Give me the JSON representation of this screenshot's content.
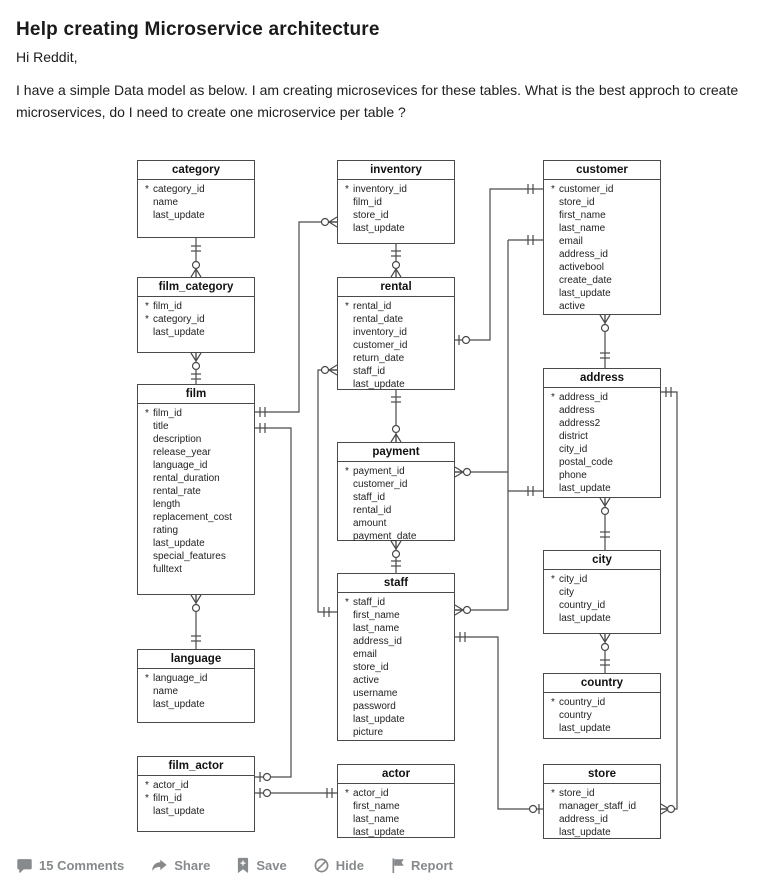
{
  "post": {
    "title": "Help creating Microservice architecture",
    "greeting": "Hi Reddit,",
    "body": "I have a simple Data model as below. I am creating microsevices for these tables. What is the best approch to create microservices, do I need to create one microservice per table ?"
  },
  "diagram": {
    "description": "Entity-relationship diagram of a DVD rental data model",
    "tables": [
      {
        "id": "category",
        "title": "category",
        "columns": [
          "* category_id",
          "name",
          "last_update"
        ]
      },
      {
        "id": "film_category",
        "title": "film_category",
        "columns": [
          "* film_id",
          "* category_id",
          "last_update"
        ]
      },
      {
        "id": "film",
        "title": "film",
        "columns": [
          "* film_id",
          "title",
          "description",
          "release_year",
          "language_id",
          "rental_duration",
          "rental_rate",
          "length",
          "replacement_cost",
          "rating",
          "last_update",
          "special_features",
          "fulltext"
        ]
      },
      {
        "id": "language",
        "title": "language",
        "columns": [
          "* language_id",
          "name",
          "last_update"
        ]
      },
      {
        "id": "film_actor",
        "title": "film_actor",
        "columns": [
          "* actor_id",
          "* film_id",
          "last_update"
        ]
      },
      {
        "id": "inventory",
        "title": "inventory",
        "columns": [
          "* inventory_id",
          "film_id",
          "store_id",
          "last_update"
        ]
      },
      {
        "id": "rental",
        "title": "rental",
        "columns": [
          "* rental_id",
          "rental_date",
          "inventory_id",
          "customer_id",
          "return_date",
          "staff_id",
          "last_update"
        ]
      },
      {
        "id": "payment",
        "title": "payment",
        "columns": [
          "* payment_id",
          "customer_id",
          "staff_id",
          "rental_id",
          "amount",
          "payment_date"
        ]
      },
      {
        "id": "staff",
        "title": "staff",
        "columns": [
          "* staff_id",
          "first_name",
          "last_name",
          "address_id",
          "email",
          "store_id",
          "active",
          "username",
          "password",
          "last_update",
          "picture"
        ]
      },
      {
        "id": "actor",
        "title": "actor",
        "columns": [
          "* actor_id",
          "first_name",
          "last_name",
          "last_update"
        ]
      },
      {
        "id": "customer",
        "title": "customer",
        "columns": [
          "* customer_id",
          "store_id",
          "first_name",
          "last_name",
          "email",
          "address_id",
          "activebool",
          "create_date",
          "last_update",
          "active"
        ]
      },
      {
        "id": "address",
        "title": "address",
        "columns": [
          "* address_id",
          "address",
          "address2",
          "district",
          "city_id",
          "postal_code",
          "phone",
          "last_update"
        ]
      },
      {
        "id": "city",
        "title": "city",
        "columns": [
          "* city_id",
          "city",
          "country_id",
          "last_update"
        ]
      },
      {
        "id": "country",
        "title": "country",
        "columns": [
          "* country_id",
          "country",
          "last_update"
        ]
      },
      {
        "id": "store",
        "title": "store",
        "columns": [
          "* store_id",
          "manager_staff_id",
          "address_id",
          "last_update"
        ]
      }
    ]
  },
  "footer": {
    "actions": [
      {
        "id": "comments",
        "label": "15 Comments",
        "icon": "comment-icon"
      },
      {
        "id": "share",
        "label": "Share",
        "icon": "share-icon"
      },
      {
        "id": "save",
        "label": "Save",
        "icon": "bookmark-icon"
      },
      {
        "id": "hide",
        "label": "Hide",
        "icon": "hide-icon"
      },
      {
        "id": "report",
        "label": "Report",
        "icon": "flag-icon"
      }
    ]
  },
  "colors": {
    "title_text": "#1a1a1b",
    "body_text": "#1c1c1c",
    "diagram_line": "#4a4a4a",
    "footer_muted": "#878a8c"
  }
}
